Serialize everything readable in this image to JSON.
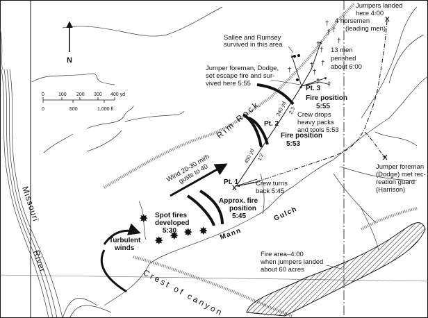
{
  "title_marks": {
    "north": "N"
  },
  "scale": {
    "yd_ticks": [
      "0",
      "100",
      "200",
      "300",
      "400 yd"
    ],
    "ft_ticks": [
      "0",
      "500",
      "1,000 ft"
    ]
  },
  "labels": {
    "jumpers_landed": [
      "Jumpers landed",
      "here 4:00"
    ],
    "horsemen": [
      "4 horsemen",
      "(leading men)"
    ],
    "sallee": [
      "Sallee and Rumsey",
      "survived in this area"
    ],
    "perished": [
      "13 men",
      "perished",
      "about 6:00"
    ],
    "dodge_escape": [
      "Jumper foreman, Dodge,",
      "set escape fire and sur-",
      "vived here 5:55"
    ],
    "pt3": "Pt. 3",
    "fire_555": [
      "Fire position",
      "5:55"
    ],
    "crew_drops": [
      "Crew drops",
      "heavy packs",
      "and tools 5:53"
    ],
    "pt2": "Pt. 2",
    "fire_553": [
      "Fire position",
      "5:53"
    ],
    "dist_240": "240 yd",
    "slope_23": "2:3",
    "rim_rock": "Rim Rock",
    "wind": [
      "Wind 20-30 mi/h",
      "gusts to 40"
    ],
    "pt1": "Pt. 1",
    "x_mark": "X",
    "crew_turns": [
      "Crew turns",
      "back 5:45"
    ],
    "dist_450": "450 yd",
    "slope_12": "1:2",
    "approx_fire": [
      "Approx. fire",
      "position",
      "5:45"
    ],
    "spot_fires": [
      "Spot fires",
      "developed",
      "5:30"
    ],
    "turbulent": [
      "Turbulent",
      "winds"
    ],
    "mann": "Mann",
    "gulch": "Gulch",
    "crest": "Crest of canyon",
    "missouri": "Missouri",
    "river": "River",
    "fire_area": [
      "Fire area–4:00",
      "when jumpers landed",
      "about 60 acres"
    ],
    "dodge_met": [
      "Jumper foreman",
      "(Dodge) met rec-",
      "reation guard",
      "(Harrison)"
    ]
  }
}
